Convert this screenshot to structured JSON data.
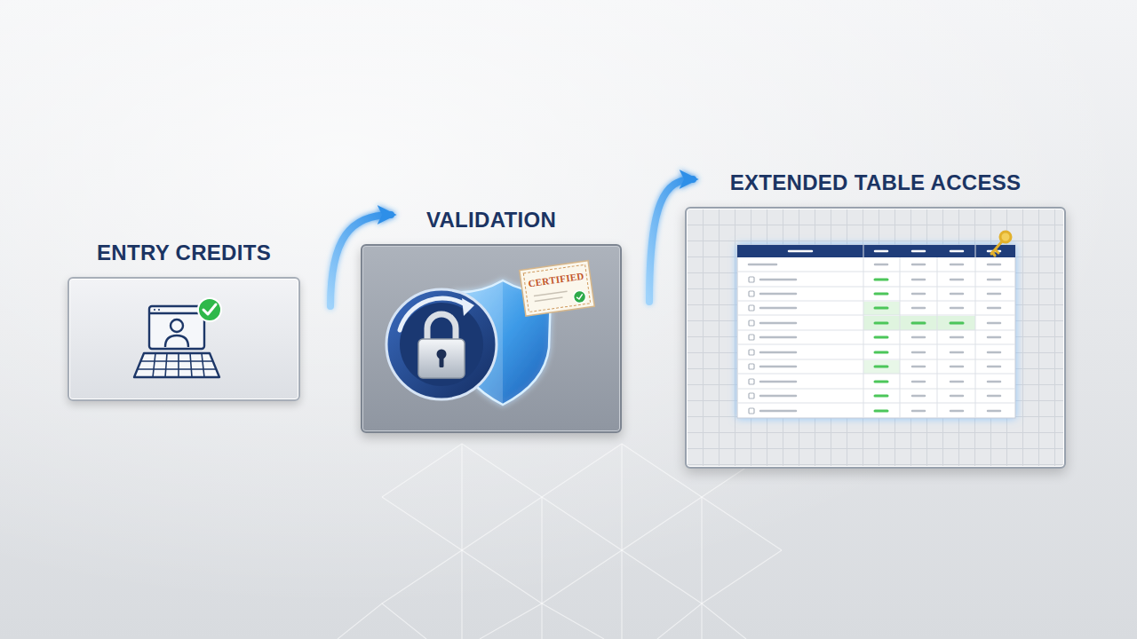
{
  "diagram": {
    "nodes": [
      {
        "text": [
          "ENTRY CREDITS"
        ]
      },
      {
        "text": [
          "VALIDATION"
        ]
      },
      {
        "text": [
          "EXTENDED TABLE ACCESS"
        ]
      }
    ],
    "edges": [
      {
        "from": 0,
        "to": 1,
        "arrow": "to"
      },
      {
        "from": 1,
        "to": 2,
        "arrow": "to"
      }
    ],
    "labels": [
      "CERTIFIED"
    ]
  }
}
